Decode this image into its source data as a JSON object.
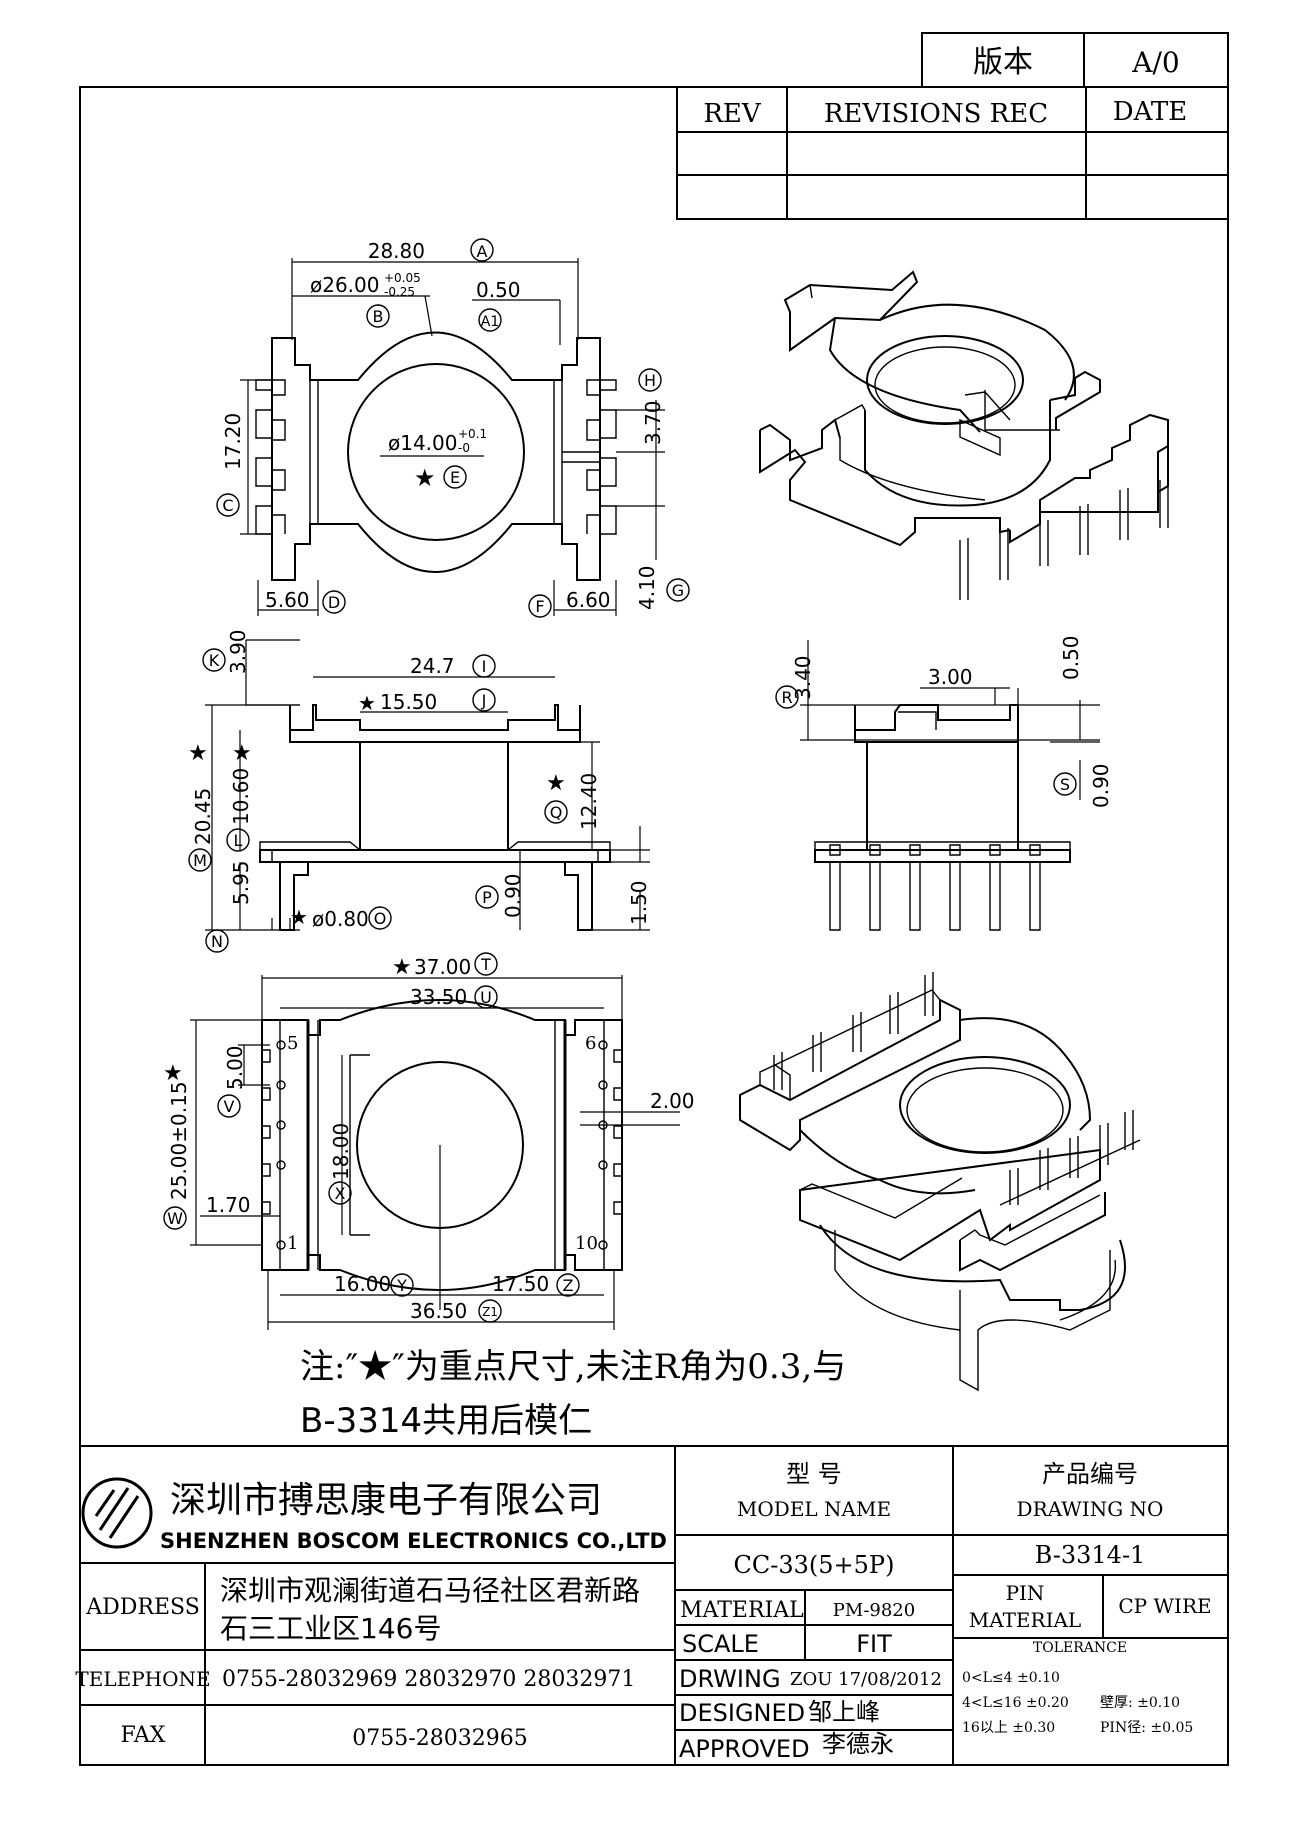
{
  "version_box": {
    "label": "版本",
    "value": "A/0"
  },
  "revision_table": {
    "headers": [
      "REV",
      "REVISIONS REC",
      "DATE"
    ]
  },
  "dims_top": {
    "a": "28.80",
    "a_tag": "A",
    "b_prefix": "ø26.00",
    "b_tol_up": "+0.05",
    "b_tol_dn": "-0.25",
    "b_tag": "B",
    "a1": "0.50",
    "a1_tag": "A1",
    "c": "17.20",
    "c_tag": "C",
    "e_prefix": "ø14.00",
    "e_tol_up": "+0.1",
    "e_tol_dn": "-0",
    "e_tag": "E",
    "h": "3.70",
    "h_tag": "H",
    "g": "4.10",
    "g_tag": "G",
    "d": "5.60",
    "d_tag": "D",
    "f": "6.60",
    "f_tag": "F"
  },
  "dims_side": {
    "k": "3.90",
    "k_tag": "K",
    "i": "24.7",
    "i_tag": "I",
    "j": "15.50",
    "j_tag": "J",
    "m": "20.45",
    "m_tag": "M",
    "l": "10.60",
    "l_tag": "L",
    "q": "12.40",
    "q_tag": "Q",
    "n_tag": "N",
    "l2": "5.95",
    "o": "ø0.80",
    "o_tag": "O",
    "p": "0.90",
    "p_tag": "P",
    "pin": "1.50",
    "r": "3.40",
    "r_tag": "R",
    "w300": "3.00",
    "w050": "0.50",
    "s": "0.90",
    "s_tag": "S"
  },
  "dims_bottom": {
    "t": "37.00",
    "t_tag": "T",
    "u": "33.50",
    "u_tag": "U",
    "v": "5.00",
    "v_tag": "V",
    "w": "25.00±0.15",
    "w_tag": "W",
    "x": "18.00",
    "x_tag": "X",
    "w170": "1.70",
    "w200": "2.00",
    "y": "16.00",
    "y_tag": "Y",
    "z": "17.50",
    "z_tag": "Z",
    "z1": "36.50",
    "z1_tag": "Z1",
    "pin5": "5",
    "pin6": "6",
    "pin1": "1",
    "pin10": "10"
  },
  "notes": {
    "line1": "注:″★″为重点尺寸,未注R角为0.3,与",
    "line2": "B-3314共用后模仁"
  },
  "company": {
    "name_cn": "深圳市搏思康电子有限公司",
    "name_en": "SHENZHEN BOSCOM ELECTRONICS CO.,LTD",
    "address_label": "ADDRESS",
    "address_line1": "深圳市观澜街道石马径社区君新路",
    "address_line2": "石三工业区146号",
    "telephone_label": "TELEPHONE",
    "telephone": "0755-28032969 28032970 28032971",
    "fax_label": "FAX",
    "fax": "0755-28032965"
  },
  "title_block": {
    "model_cn": "型    号",
    "model_en": "MODEL NAME",
    "model_value": "CC-33(5+5P)",
    "drawing_cn": "产品编号",
    "drawing_en": "DRAWING NO",
    "drawing_value": "B-3314-1",
    "material_label": "MATERIAL",
    "material_value": "PM-9820",
    "scale_label": "SCALE",
    "scale_value": "FIT",
    "drwing_label": "DRWING",
    "drwing_value": "ZOU 17/08/2012",
    "designed_label": "DESIGNED",
    "designed_value": "邹上峰",
    "approved_label": "APPROVED",
    "approved_value": "李德永",
    "pin_material_label1": "PIN",
    "pin_material_label2": "MATERIAL",
    "pin_material_value": "CP WIRE",
    "tolerance_label": "TOLERANCE",
    "tol1": "0<L≤4 ±0.10",
    "tol2": "4<L≤16 ±0.20",
    "tol3": "16以上   ±0.30",
    "tol_wall": "壁厚: ±0.10",
    "tol_pin": "PIN径: ±0.05"
  }
}
